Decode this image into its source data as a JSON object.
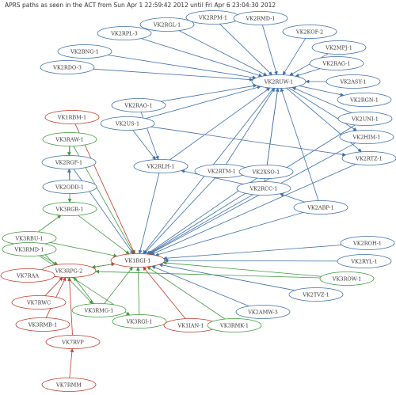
{
  "title": "APRS paths as seen in the ACT from Sun Apr  1 22:59:42 2012 until Fri Apr  6 23:04:30 2012",
  "colors": {
    "blue": "#3e6fa8",
    "green": "#3f9a3f",
    "red": "#c33a2a",
    "node_fill": "#ffffff"
  },
  "nodes": [
    {
      "id": "VK2RUW-1",
      "color": "blue"
    },
    {
      "id": "VK2RGL-1",
      "color": "blue"
    },
    {
      "id": "VK2RPM-1",
      "color": "blue"
    },
    {
      "id": "VK2RMD-1",
      "color": "blue"
    },
    {
      "id": "VK2RPL-3",
      "color": "blue"
    },
    {
      "id": "VK2KOF-2",
      "color": "blue"
    },
    {
      "id": "VK2BNG-1",
      "color": "blue"
    },
    {
      "id": "VK2MPJ-1",
      "color": "blue"
    },
    {
      "id": "VK2RAG-1",
      "color": "blue"
    },
    {
      "id": "VK2RDO-3",
      "color": "blue"
    },
    {
      "id": "VK2ASY-1",
      "color": "blue"
    },
    {
      "id": "VK2RGN-1",
      "color": "blue"
    },
    {
      "id": "VK2RAO-1",
      "color": "blue"
    },
    {
      "id": "VK2UNI-1",
      "color": "blue"
    },
    {
      "id": "VK2US-1",
      "color": "blue"
    },
    {
      "id": "VK2HIM-1",
      "color": "blue"
    },
    {
      "id": "VK2RTZ-1",
      "color": "blue"
    },
    {
      "id": "VK2RLH-1",
      "color": "blue"
    },
    {
      "id": "VK2RTM-1",
      "color": "blue"
    },
    {
      "id": "VK2XSO-1",
      "color": "blue"
    },
    {
      "id": "VK2RCC-1",
      "color": "blue"
    },
    {
      "id": "VK2ABP-1",
      "color": "blue"
    },
    {
      "id": "VK2RGF-1",
      "color": "blue"
    },
    {
      "id": "VK2ODD-1",
      "color": "blue"
    },
    {
      "id": "VK2ROH-1",
      "color": "blue"
    },
    {
      "id": "VK2RYL-1",
      "color": "blue"
    },
    {
      "id": "VK2TVZ-1",
      "color": "blue"
    },
    {
      "id": "VK2AMW-3",
      "color": "blue"
    },
    {
      "id": "VK1RBM-1",
      "color": "red"
    },
    {
      "id": "VK3RAW-1",
      "color": "green"
    },
    {
      "id": "VK3RGR-1",
      "color": "green"
    },
    {
      "id": "VK3RBU-1",
      "color": "green"
    },
    {
      "id": "VK1RGI-1",
      "color": "red"
    },
    {
      "id": "VK3RMD-1",
      "color": "green"
    },
    {
      "id": "VK3RPG-2",
      "color": "red"
    },
    {
      "id": "VK7RAA",
      "color": "red"
    },
    {
      "id": "VK7RWC",
      "color": "red"
    },
    {
      "id": "VK3RMG-1",
      "color": "green"
    },
    {
      "id": "VK3RGI-1",
      "color": "green"
    },
    {
      "id": "VK1IAN-1",
      "color": "red"
    },
    {
      "id": "VK3RMK-1",
      "color": "green"
    },
    {
      "id": "VK3ROW-1",
      "color": "green"
    },
    {
      "id": "VK3RMB-1",
      "color": "red"
    },
    {
      "id": "VK7RVP",
      "color": "red"
    },
    {
      "id": "VK7RMM",
      "color": "red"
    }
  ],
  "edges": [
    {
      "from": "VK2RGL-1",
      "to": "VK2RUW-1",
      "color": "blue"
    },
    {
      "from": "VK2RPM-1",
      "to": "VK2RUW-1",
      "color": "blue"
    },
    {
      "from": "VK2RMD-1",
      "to": "VK2RUW-1",
      "color": "blue"
    },
    {
      "from": "VK2RPL-3",
      "to": "VK2RUW-1",
      "color": "blue"
    },
    {
      "from": "VK2KOF-2",
      "to": "VK2RUW-1",
      "color": "blue"
    },
    {
      "from": "VK2BNG-1",
      "to": "VK2RUW-1",
      "color": "blue"
    },
    {
      "from": "VK2MPJ-1",
      "to": "VK2RUW-1",
      "color": "blue"
    },
    {
      "from": "VK2RAG-1",
      "to": "VK2RUW-1",
      "color": "blue"
    },
    {
      "from": "VK2RDO-3",
      "to": "VK2RUW-1",
      "color": "blue"
    },
    {
      "from": "VK2ASY-1",
      "to": "VK2RUW-1",
      "color": "blue"
    },
    {
      "from": "VK2RUW-1",
      "to": "VK2RGN-1",
      "color": "blue"
    },
    {
      "from": "VK2RAO-1",
      "to": "VK2RUW-1",
      "color": "blue"
    },
    {
      "from": "VK2UNI-1",
      "to": "VK2RUW-1",
      "color": "blue"
    },
    {
      "from": "VK2US-1",
      "to": "VK2RUW-1",
      "color": "blue"
    },
    {
      "from": "VK2RUW-1",
      "to": "VK2HIM-1",
      "color": "blue"
    },
    {
      "from": "VK2RUW-1",
      "to": "VK2RTZ-1",
      "color": "blue"
    },
    {
      "from": "VK2US-1",
      "to": "VK2RTZ-1",
      "color": "blue"
    },
    {
      "from": "VK2RLH-1",
      "to": "VK2RUW-1",
      "color": "blue"
    },
    {
      "from": "VK2RTM-1",
      "to": "VK2RUW-1",
      "color": "blue"
    },
    {
      "from": "VK2XSO-1",
      "to": "VK2RUW-1",
      "color": "blue"
    },
    {
      "from": "VK2RCC-1",
      "to": "VK2RUW-1",
      "color": "blue"
    },
    {
      "from": "VK2ABP-1",
      "to": "VK2RUW-1",
      "color": "blue"
    },
    {
      "from": "VK2RAO-1",
      "to": "VK2RLH-1",
      "color": "blue"
    },
    {
      "from": "VK2US-1",
      "to": "VK2RLH-1",
      "color": "blue"
    },
    {
      "from": "VK2RCC-1",
      "to": "VK2RLH-1",
      "color": "blue"
    },
    {
      "from": "VK2ABP-1",
      "to": "VK2RCC-1",
      "color": "blue"
    },
    {
      "from": "VK2RLH-1",
      "to": "VK1RGI-1",
      "color": "blue"
    },
    {
      "from": "VK2RTM-1",
      "to": "VK1RGI-1",
      "color": "blue"
    },
    {
      "from": "VK2XSO-1",
      "to": "VK1RGI-1",
      "color": "blue"
    },
    {
      "from": "VK2RCC-1",
      "to": "VK1RGI-1",
      "color": "blue"
    },
    {
      "from": "VK2ABP-1",
      "to": "VK1RGI-1",
      "color": "blue"
    },
    {
      "from": "VK2RUW-1",
      "to": "VK1RGI-1",
      "color": "blue"
    },
    {
      "from": "VK2HIM-1",
      "to": "VK1RGI-1",
      "color": "blue"
    },
    {
      "from": "VK2RTZ-1",
      "to": "VK1RGI-1",
      "color": "blue"
    },
    {
      "from": "VK2UNI-1",
      "to": "VK1RGI-1",
      "color": "blue"
    },
    {
      "from": "VK2RGF-1",
      "to": "VK1RGI-1",
      "color": "blue"
    },
    {
      "from": "VK2ODD-1",
      "to": "VK2RGF-1",
      "color": "blue"
    },
    {
      "from": "VK2ROH-1",
      "to": "VK1RGI-1",
      "color": "blue"
    },
    {
      "from": "VK2RYL-1",
      "to": "VK1RGI-1",
      "color": "blue"
    },
    {
      "from": "VK2TVZ-1",
      "to": "VK1RGI-1",
      "color": "blue"
    },
    {
      "from": "VK2AMW-3",
      "to": "VK1RGI-1",
      "color": "blue"
    },
    {
      "from": "VK3RAW-1",
      "to": "VK2RGF-1",
      "color": "green"
    },
    {
      "from": "VK3RAW-1",
      "to": "VK3RGR-1",
      "color": "green"
    },
    {
      "from": "VK3RAW-1",
      "to": "VK1RGI-1",
      "color": "green"
    },
    {
      "from": "VK1RBM-1",
      "to": "VK1RGI-1",
      "color": "red"
    },
    {
      "from": "VK3RGR-1",
      "to": "VK1RGI-1",
      "color": "green"
    },
    {
      "from": "VK3RBU-1",
      "to": "VK3RGR-1",
      "color": "green"
    },
    {
      "from": "VK3RBU-1",
      "to": "VK1RGI-1",
      "color": "green"
    },
    {
      "from": "VK3RBU-1",
      "to": "VK3RMG-1",
      "color": "green"
    },
    {
      "from": "VK3RMD-1",
      "to": "VK3RPG-2",
      "color": "green"
    },
    {
      "from": "VK3RMD-1",
      "to": "VK3RGI-1",
      "color": "green"
    },
    {
      "from": "VK3RPG-2",
      "to": "VK1RGI-1",
      "color": "red"
    },
    {
      "from": "VK7RAA",
      "to": "VK3RPG-2",
      "color": "red"
    },
    {
      "from": "VK7RWC",
      "to": "VK3RPG-2",
      "color": "red"
    },
    {
      "from": "VK3RMB-1",
      "to": "VK3RPG-2",
      "color": "red"
    },
    {
      "from": "VK7RVP",
      "to": "VK3RPG-2",
      "color": "red"
    },
    {
      "from": "VK7RMM",
      "to": "VK7RVP",
      "color": "red"
    },
    {
      "from": "VK3RMG-1",
      "to": "VK3RPG-2",
      "color": "green"
    },
    {
      "from": "VK3RMG-1",
      "to": "VK1RGI-1",
      "color": "green"
    },
    {
      "from": "VK3RGI-1",
      "to": "VK1RGI-1",
      "color": "green"
    },
    {
      "from": "VK1IAN-1",
      "to": "VK1RGI-1",
      "color": "red"
    },
    {
      "from": "VK3RMK-1",
      "to": "VK1RGI-1",
      "color": "green"
    },
    {
      "from": "VK3ROW-1",
      "to": "VK1RGI-1",
      "color": "green"
    },
    {
      "from": "VK3ROW-1",
      "to": "VK3RPG-2",
      "color": "green"
    },
    {
      "from": "VK1RGI-1",
      "to": "VK3RPG-2",
      "color": "green"
    }
  ]
}
